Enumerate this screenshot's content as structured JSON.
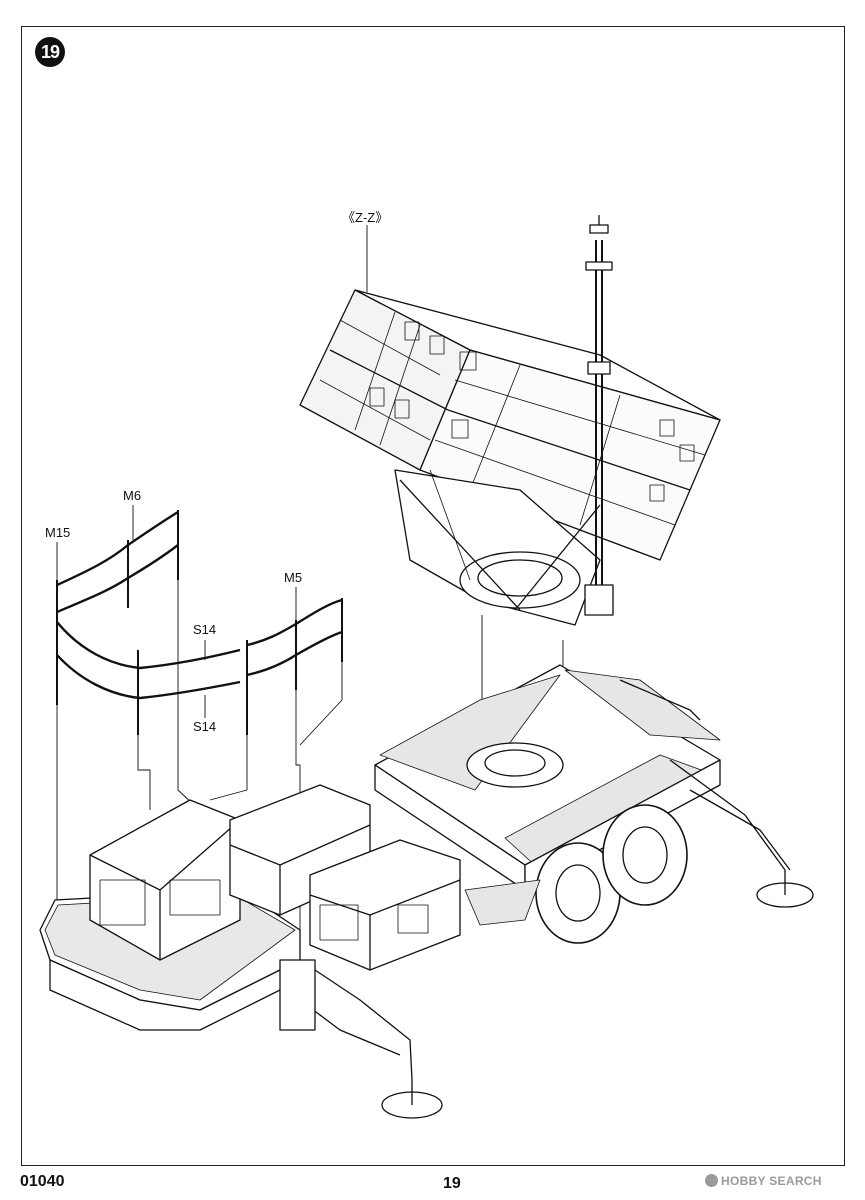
{
  "step_number": "19",
  "labels": {
    "zz": "《Z-Z》",
    "m6": "M6",
    "m15": "M15",
    "m5": "M5",
    "s14_top": "S14",
    "s14_bottom": "S14"
  },
  "footer": {
    "product_code": "01040",
    "page_number": "19",
    "watermark": "HOBBY SEARCH"
  },
  "colors": {
    "ink": "#111111",
    "watermark": "#9a9a9a"
  }
}
